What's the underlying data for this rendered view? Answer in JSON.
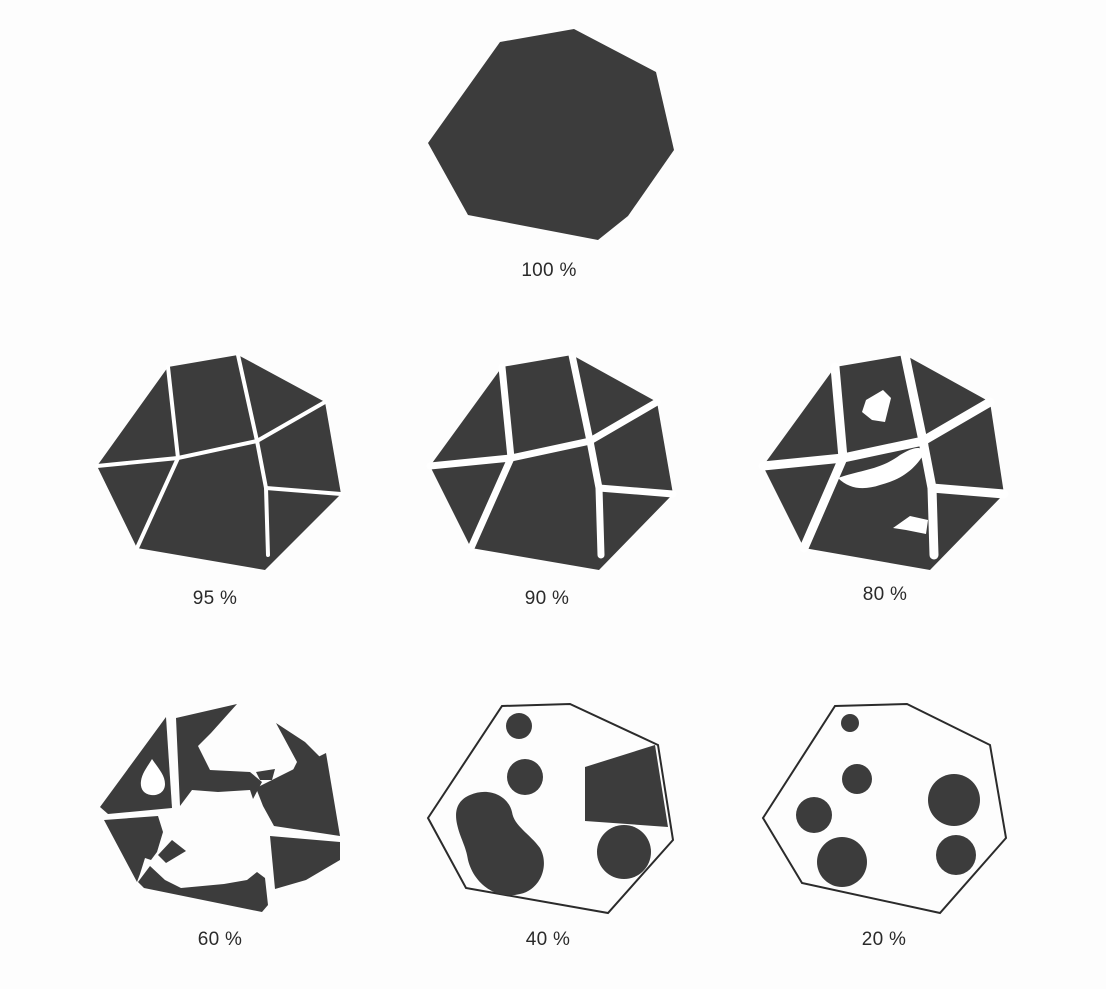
{
  "figures": [
    {
      "label": "100 %"
    },
    {
      "label": "95 %"
    },
    {
      "label": "90 %"
    },
    {
      "label": "80 %"
    },
    {
      "label": "60 %"
    },
    {
      "label": "40 %"
    },
    {
      "label": "20 %"
    }
  ],
  "colors": {
    "fill": "#3c3c3c",
    "crack": "#ffffff",
    "outline": "#2b2b2b",
    "background": "#fdfdfd"
  }
}
